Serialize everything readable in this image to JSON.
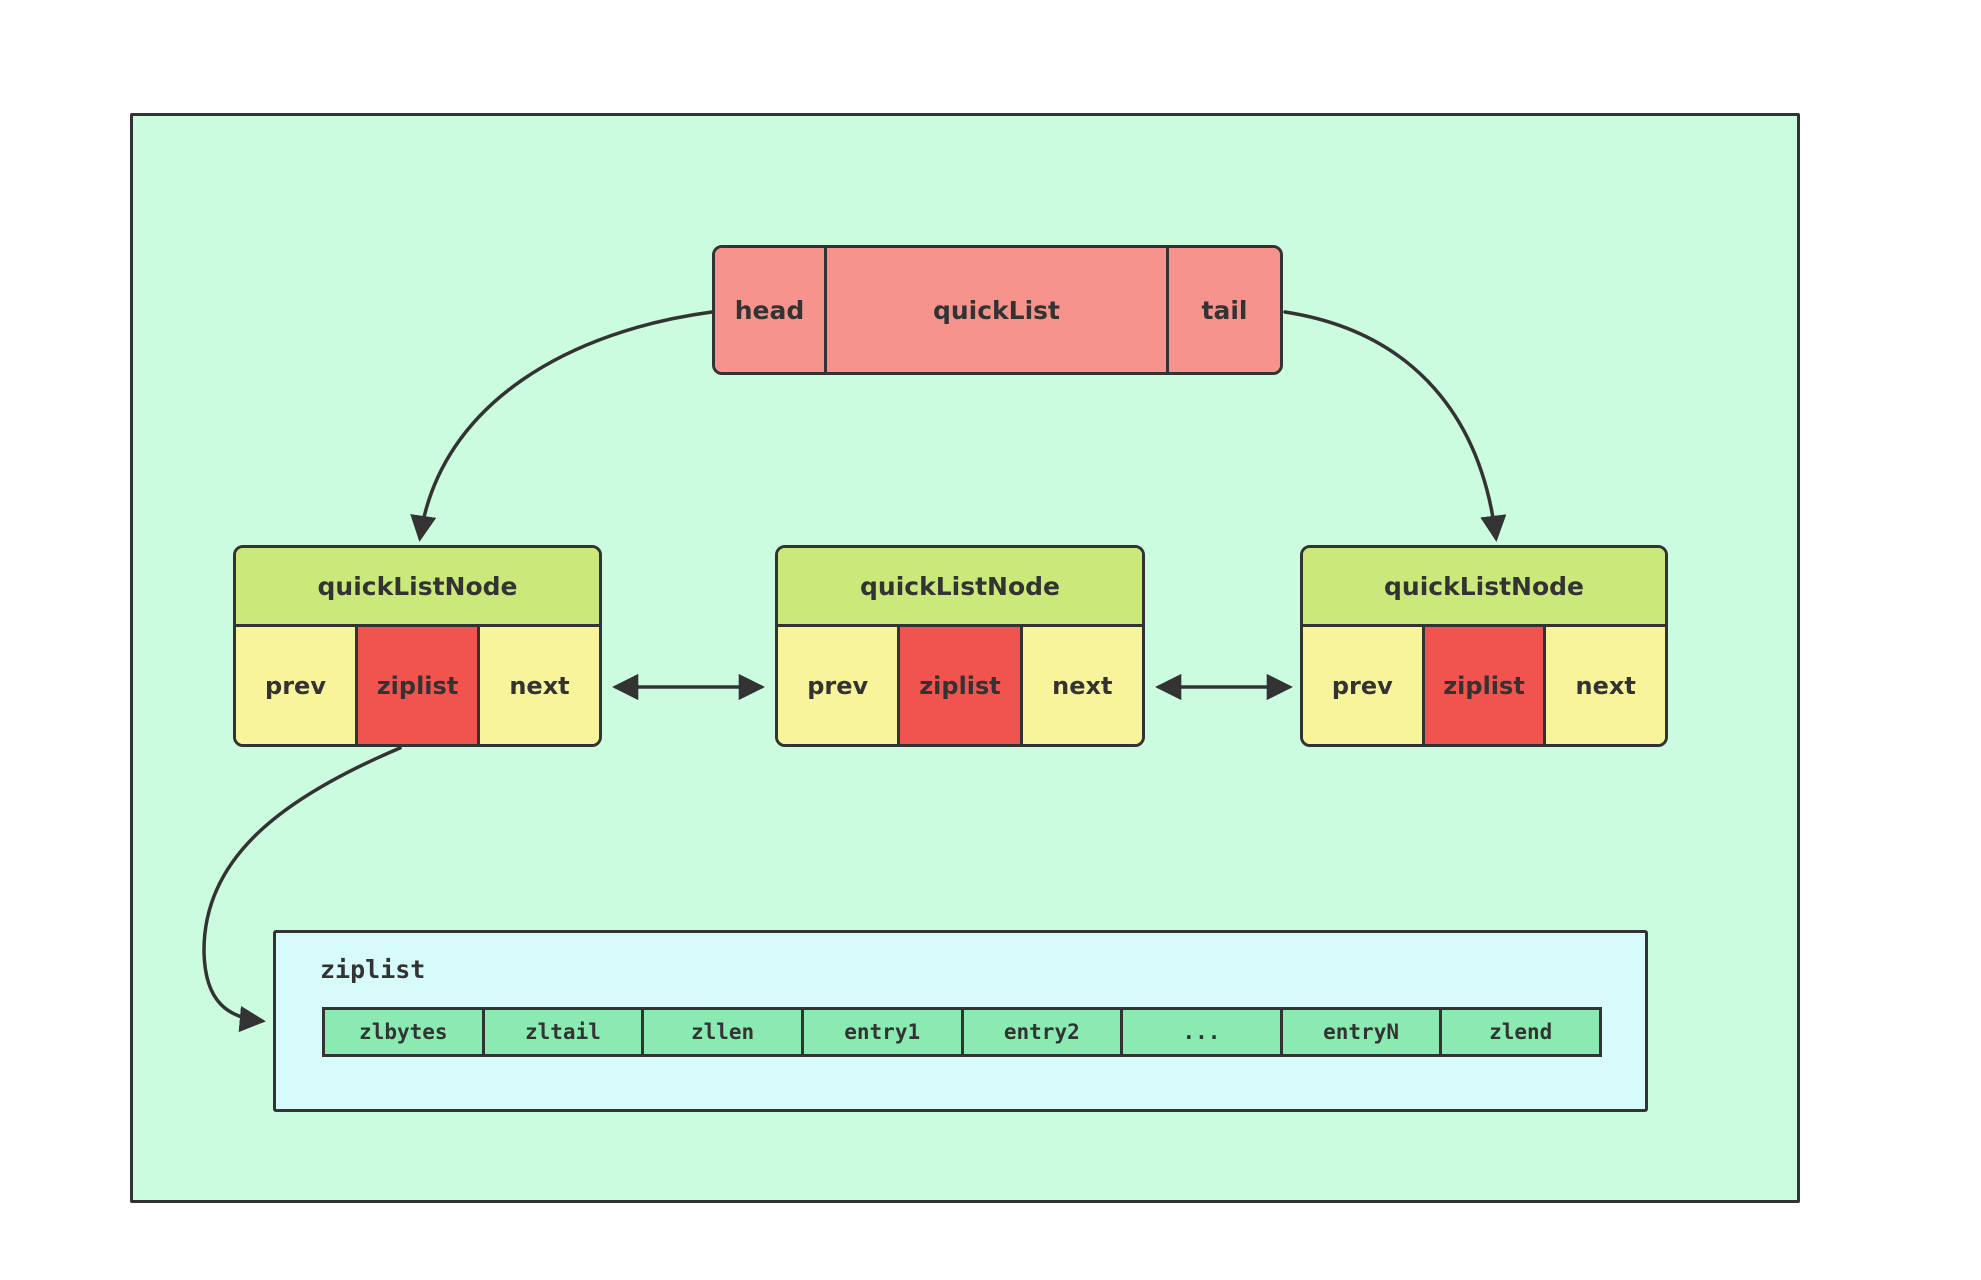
{
  "diagram": {
    "quicklist": {
      "head": "head",
      "title": "quickList",
      "tail": "tail"
    },
    "nodes": [
      {
        "title": "quickListNode",
        "prev": "prev",
        "ziplist": "ziplist",
        "next": "next"
      },
      {
        "title": "quickListNode",
        "prev": "prev",
        "ziplist": "ziplist",
        "next": "next"
      },
      {
        "title": "quickListNode",
        "prev": "prev",
        "ziplist": "ziplist",
        "next": "next"
      }
    ],
    "ziplist_panel": {
      "label": "ziplist",
      "cells": [
        "zlbytes",
        "zltail",
        "zllen",
        "entry1",
        "entry2",
        "...",
        "entryN",
        "zlend"
      ]
    }
  },
  "colors": {
    "mint": "#ccfcdf",
    "line": "#333333",
    "pink": "#f5938c",
    "green": "#cbe97a",
    "yellow": "#f8f49b",
    "red": "#f1534e",
    "cyan": "#d7fbfa",
    "cellgreen": "#8beab1",
    "text": "#333333"
  }
}
